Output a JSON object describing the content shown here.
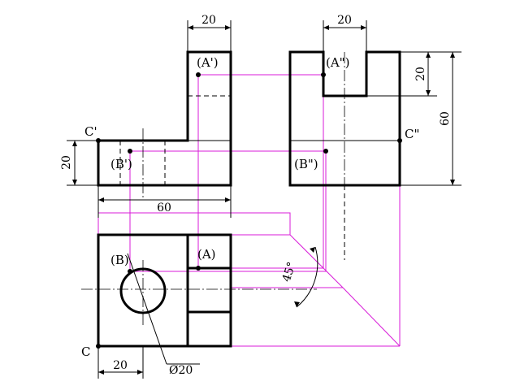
{
  "colors": {
    "outline": "#000000",
    "projection_lines": "#d81bd8"
  },
  "point_labels": {
    "a_prime": "(A')",
    "a_double_prime": "(A\")",
    "a_top": "(A)",
    "b_prime": "(B')",
    "b_double_prime": "(B\")",
    "b_top": "(B)",
    "c_front": "C'",
    "c_side": "C\"",
    "c_top": "C"
  },
  "dimensions": {
    "front_top_width": "20",
    "side_top_width": "20",
    "side_notch_height": "20",
    "side_total_height": "60",
    "front_base_height": "20",
    "front_total_width": "60",
    "top_hole_offset": "20",
    "hole_diameter": "Ø20",
    "miter_angle": "45°"
  }
}
